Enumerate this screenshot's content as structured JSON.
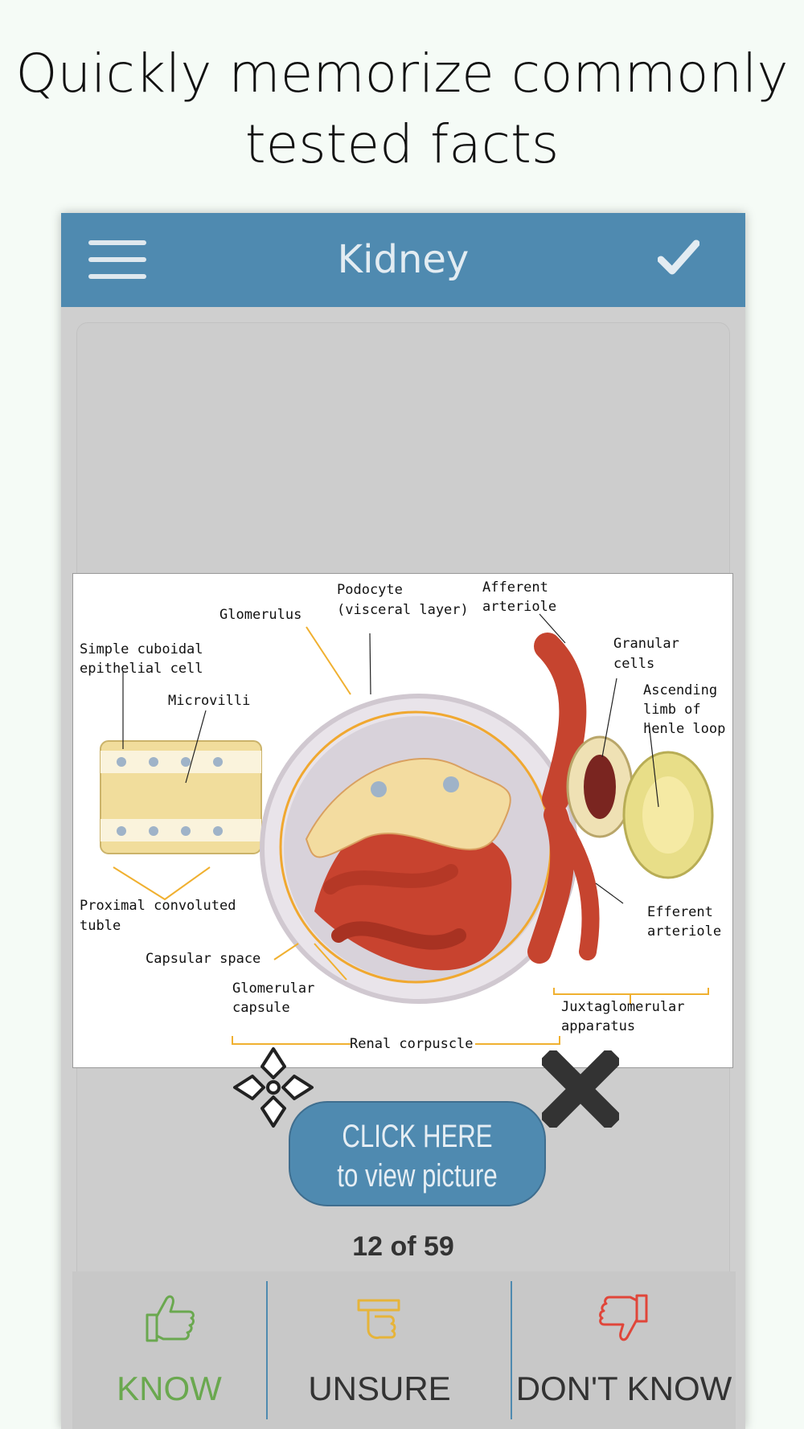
{
  "headline": {
    "line1": "Quickly memorize commonly",
    "line2": "tested facts"
  },
  "navbar": {
    "title": "Kidney"
  },
  "picture": {
    "labels": {
      "glomerulus": "Glomerulus",
      "podocyte_1": "Podocyte",
      "podocyte_2": "(visceral layer)",
      "afferent_1": "Afferent",
      "afferent_2": "arteriole",
      "simple_1": "Simple cuboidal",
      "simple_2": "epithelial cell",
      "microvilli": "Microvilli",
      "granular_1": "Granular",
      "granular_2": "cells",
      "ascending_1": "Ascending",
      "ascending_2": "limb of",
      "ascending_3": "henle loop",
      "proximal_1": "Proximal convoluted",
      "proximal_2": "tuble",
      "efferent_1": "Efferent",
      "efferent_2": "arteriole",
      "capsular_space": "Capsular space",
      "glom_capsule_1": "Glomerular",
      "glom_capsule_2": "capsule",
      "juxta_1": "Juxtaglomerular",
      "juxta_2": "apparatus",
      "renal": "Renal corpuscle"
    }
  },
  "view_button": {
    "line1": "CLICK HERE",
    "line2": "to view picture"
  },
  "counter": "12 of 59",
  "footer": {
    "know": "KNOW",
    "unsure": "UNSURE",
    "dont_know": "DON'T KNOW"
  },
  "colors": {
    "nav": "#4f8ab0",
    "know": "#6aa84f",
    "unsure": "#e6b43a",
    "dont_know": "#e0463a"
  }
}
